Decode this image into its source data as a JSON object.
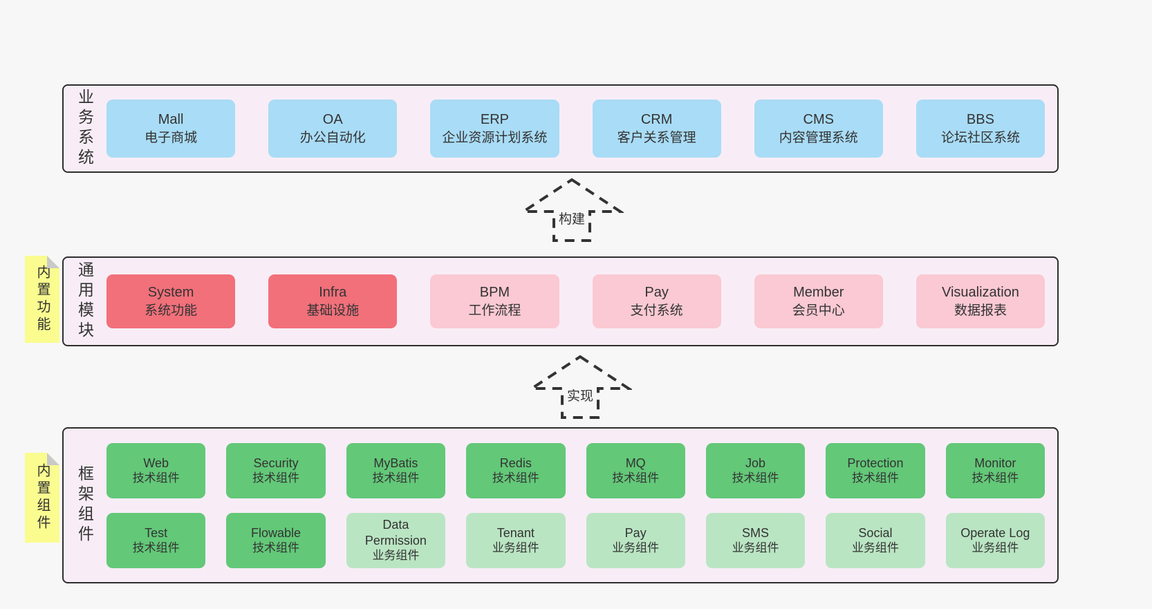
{
  "colors": {
    "page-bg": "#f7f7f7",
    "panel-bg": "#f8edf6",
    "panel-border": "#2e2e2e",
    "blue": "#a9dcf6",
    "red": "#f1707a",
    "pink": "#fac9d3",
    "green": "#63c878",
    "green-light": "#bae5c3",
    "yellow": "#fafc8f",
    "fold": "#c9c9c9",
    "text": "#333333",
    "arrow": "#333333"
  },
  "arrows": [
    {
      "label": "构建"
    },
    {
      "label": "实现"
    }
  ],
  "layers": {
    "business": {
      "side_label": "业务系统",
      "boxes": [
        {
          "name": "Mall",
          "desc": "电子商城"
        },
        {
          "name": "OA",
          "desc": "办公自动化"
        },
        {
          "name": "ERP",
          "desc": "企业资源计划系统"
        },
        {
          "name": "CRM",
          "desc": "客户关系管理"
        },
        {
          "name": "CMS",
          "desc": "内容管理系统"
        },
        {
          "name": "BBS",
          "desc": "论坛社区系统"
        }
      ]
    },
    "modules": {
      "side_label": "通用模块",
      "note": "内置功能",
      "boxes": [
        {
          "name": "System",
          "desc": "系统功能",
          "variant": "red"
        },
        {
          "name": "Infra",
          "desc": "基础设施",
          "variant": "red"
        },
        {
          "name": "BPM",
          "desc": "工作流程",
          "variant": "pink"
        },
        {
          "name": "Pay",
          "desc": "支付系统",
          "variant": "pink"
        },
        {
          "name": "Member",
          "desc": "会员中心",
          "variant": "pink"
        },
        {
          "name": "Visualization",
          "desc": "数据报表",
          "variant": "pink"
        }
      ]
    },
    "components": {
      "side_label": "框架组件",
      "note": "内置组件",
      "rows": [
        [
          {
            "name": "Web",
            "desc": "技术组件",
            "variant": "green"
          },
          {
            "name": "Security",
            "desc": "技术组件",
            "variant": "green"
          },
          {
            "name": "MyBatis",
            "desc": "技术组件",
            "variant": "green"
          },
          {
            "name": "Redis",
            "desc": "技术组件",
            "variant": "green"
          },
          {
            "name": "MQ",
            "desc": "技术组件",
            "variant": "green"
          },
          {
            "name": "Job",
            "desc": "技术组件",
            "variant": "green"
          },
          {
            "name": "Protection",
            "desc": "技术组件",
            "variant": "green"
          },
          {
            "name": "Monitor",
            "desc": "技术组件",
            "variant": "green"
          }
        ],
        [
          {
            "name": "Test",
            "desc": "技术组件",
            "variant": "green"
          },
          {
            "name": "Flowable",
            "desc": "技术组件",
            "variant": "green"
          },
          {
            "name": "Data Permission",
            "desc": "业务组件",
            "variant": "green-light"
          },
          {
            "name": "Tenant",
            "desc": "业务组件",
            "variant": "green-light"
          },
          {
            "name": "Pay",
            "desc": "业务组件",
            "variant": "green-light"
          },
          {
            "name": "SMS",
            "desc": "业务组件",
            "variant": "green-light"
          },
          {
            "name": "Social",
            "desc": "业务组件",
            "variant": "green-light"
          },
          {
            "name": "Operate Log",
            "desc": "业务组件",
            "variant": "green-light"
          }
        ]
      ]
    }
  }
}
